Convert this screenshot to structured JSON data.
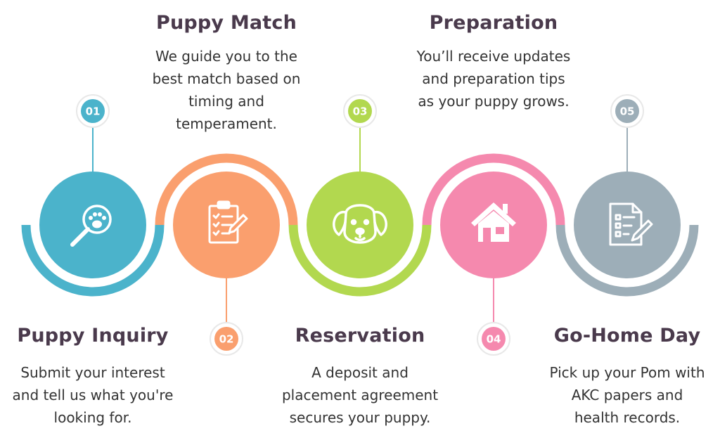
{
  "steps": [
    {
      "number": "01",
      "title": "Puppy Inquiry",
      "description": [
        "Submit your interest",
        "and tell us what you're",
        "looking for."
      ],
      "icon": "paw-magnifier-icon",
      "color": "#4bb3cb"
    },
    {
      "number": "02",
      "title": "Puppy Match",
      "description": [
        "We guide you to the",
        "best match based on",
        "timing and",
        "temperament."
      ],
      "icon": "clipboard-checklist-icon",
      "color": "#fa9f6e"
    },
    {
      "number": "03",
      "title": "Reservation",
      "description": [
        "A deposit and",
        "placement agreement",
        "secures your puppy."
      ],
      "icon": "puppy-face-icon",
      "color": "#b2d84f"
    },
    {
      "number": "04",
      "title": "Preparation",
      "description": [
        "You’ll receive updates",
        "and preparation tips",
        "as your puppy grows."
      ],
      "icon": "house-icon",
      "color": "#f589ae"
    },
    {
      "number": "05",
      "title": "Go-Home Day",
      "description": [
        "Pick up your Pom with",
        "AKC papers and",
        "health records."
      ],
      "icon": "document-pen-icon",
      "color": "#9daeb8"
    }
  ]
}
